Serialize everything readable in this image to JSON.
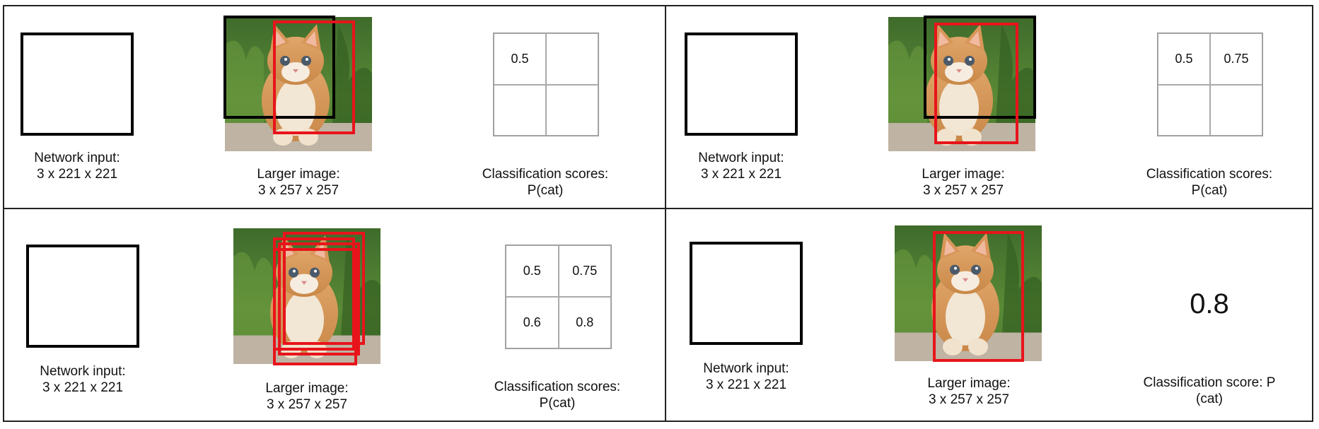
{
  "panels": [
    {
      "network_label_line1": "Network input:",
      "network_label_line2": "3 x 221 x 221",
      "image_label_line1": "Larger image:",
      "image_label_line2": "3 x 257 x 257",
      "scores_label_line1": "Classification scores:",
      "scores_label_line2": "P(cat)",
      "scores": [
        "0.5",
        "",
        "",
        ""
      ]
    },
    {
      "network_label_line1": "Network input:",
      "network_label_line2": "3 x 221 x 221",
      "image_label_line1": "Larger image:",
      "image_label_line2": "3 x 257 x 257",
      "scores_label_line1": "Classification scores:",
      "scores_label_line2": "P(cat)",
      "scores": [
        "0.5",
        "0.75",
        "",
        ""
      ]
    },
    {
      "network_label_line1": "Network input:",
      "network_label_line2": "3 x 221 x 221",
      "image_label_line1": "Larger image:",
      "image_label_line2": "3 x 257 x 257",
      "scores_label_line1": "Classification scores:",
      "scores_label_line2": "P(cat)",
      "scores": [
        "0.5",
        "0.75",
        "0.6",
        "0.8"
      ]
    },
    {
      "network_label_line1": "Network input:",
      "network_label_line2": "3 x 221 x 221",
      "image_label_line1": "Larger image:",
      "image_label_line2": "3 x 257 x 257",
      "scores_label_line1": "Classification score: P",
      "scores_label_line2": "(cat)",
      "final_score": "0.8"
    }
  ],
  "colors": {
    "crop_window": "#000000",
    "red_box": "#e8141b",
    "grid_line": "#aaaaaa"
  },
  "icons": {
    "kitten_photo": "kitten-photo-icon"
  }
}
